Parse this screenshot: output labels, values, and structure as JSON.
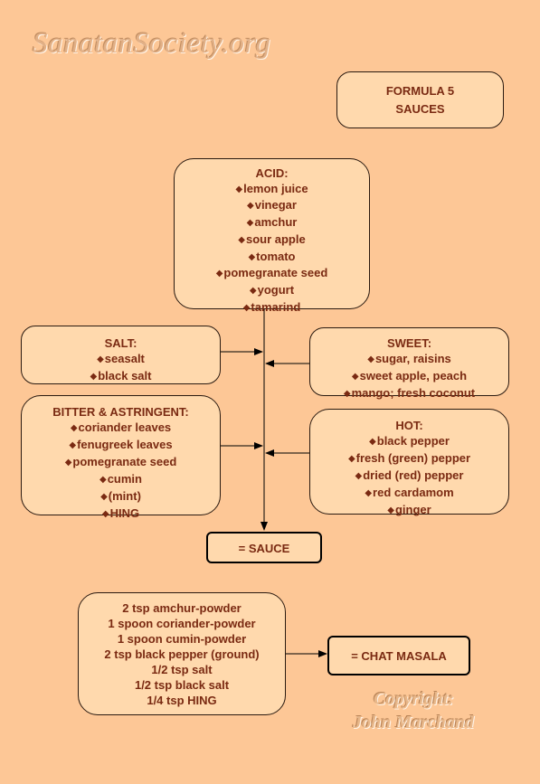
{
  "watermark": "SanatanSociety.org",
  "copyright": {
    "line1": "Copyright:",
    "line2": "John Marchand"
  },
  "formula": {
    "line1": "FORMULA 5",
    "line2": "SAUCES"
  },
  "acid": {
    "title": "ACID:",
    "items": [
      "lemon juice",
      "vinegar",
      "amchur",
      "sour apple",
      "tomato",
      "pomegranate seed",
      "yogurt",
      "tamarind"
    ]
  },
  "salt": {
    "title": "SALT:",
    "items": [
      "seasalt",
      "black salt"
    ]
  },
  "sweet": {
    "title": "SWEET:",
    "items": [
      "sugar, raisins",
      "sweet apple, peach",
      "mango; fresh coconut"
    ]
  },
  "bitter": {
    "title": "BITTER & ASTRINGENT:",
    "items": [
      "coriander leaves",
      "fenugreek leaves",
      "pomegranate seed",
      "cumin",
      "(mint)",
      "HING"
    ]
  },
  "hot": {
    "title": "HOT:",
    "items": [
      "black pepper",
      "fresh (green) pepper",
      "dried (red) pepper",
      "red cardamom",
      "ginger"
    ]
  },
  "result_sauce": "= SAUCE",
  "recipe": {
    "lines": [
      "2 tsp amchur-powder",
      "1 spoon coriander-powder",
      "1 spoon cumin-powder",
      "2 tsp black pepper (ground)",
      "1/2 tsp salt",
      "1/2 tsp black salt",
      "1/4 tsp HING"
    ]
  },
  "result_chat": "= CHAT MASALA",
  "bullet": "◆"
}
